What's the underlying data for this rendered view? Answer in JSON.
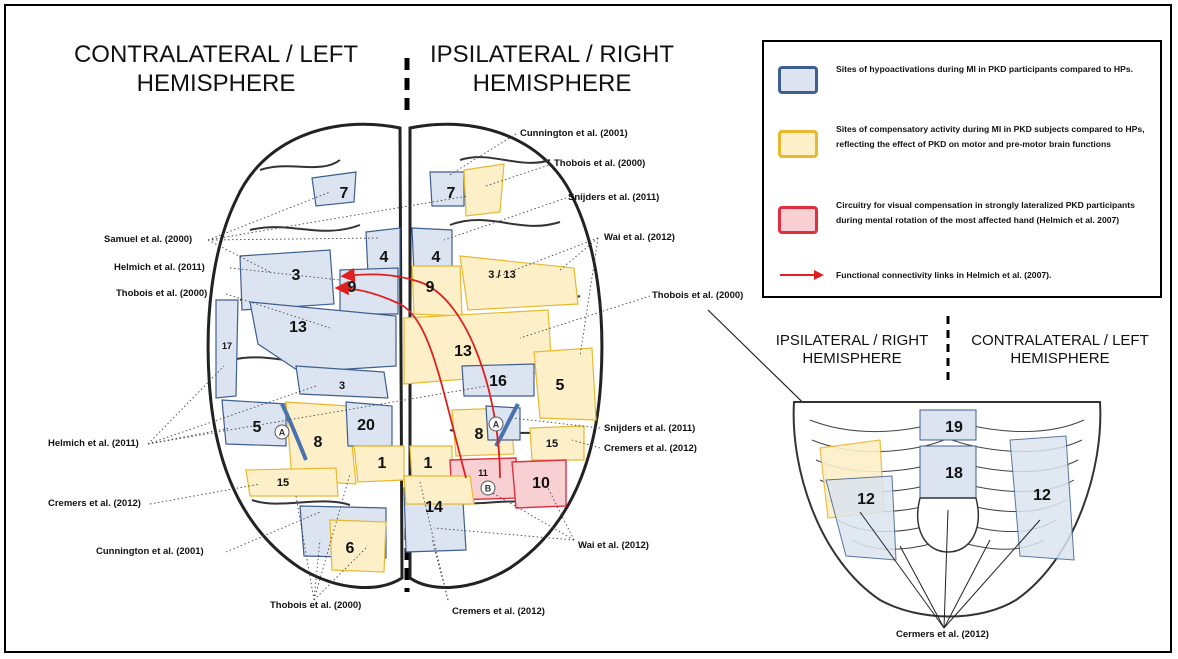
{
  "headings": {
    "contralateral_left": "CONTRALATERAL / LEFT\nHEMISPHERE",
    "ipsilateral_right": "IPSILATERAL / RIGHT\nHEMISPHERE",
    "cerebellum_ipsilateral_right": "IPSILATERAL / RIGHT\nHEMISPHERE",
    "cerebellum_contralateral_left": "CONTRALATERAL / LEFT\nHEMISPHERE"
  },
  "legend": {
    "items": [
      {
        "label": "Sites of hypoactivations during MI in PKD participants compared to HPs.",
        "fill": "#dbe4f0",
        "border": "#3e5f8f"
      },
      {
        "label": "Sites of compensatory activity during MI in PKD subjects compared to HPs, reflecting the effect of PKD on motor and pre-motor brain functions",
        "fill": "#fdf0c8",
        "border": "#e8b830"
      },
      {
        "label": "Circuitry for visual compensation in strongly lateralized PKD participants during mental rotation of the most affected hand (Helmich et al. 2007)",
        "fill": "#f8d0d3",
        "border": "#e03040"
      },
      {
        "label": "Functional connectivity links in Helmich et al. (2007).",
        "arrow_color": "#e02020"
      }
    ]
  },
  "citations": {
    "cunnington_2001_r": "Cunnington et al. (2001)",
    "thobois_2000_r1": "Thobois et al. (2000)",
    "snijders_2011_r1": "Snijders et al. (2011)",
    "samuel_2000": "Samuel et al. (2000)",
    "wai_2012_r1": "Wai et al. (2012)",
    "helmich_2011_l1": "Helmich et al. (2011)",
    "thobois_2000_l": "Thobois et al. (2000)",
    "thobois_2000_r2": "Thobois et al. (2000)",
    "helmich_2011_l2": "Helmich et al. (2011)",
    "snijders_2011_r2": "Snijders et al. (2011)",
    "cremers_2012_r1": "Cremers et al. (2012)",
    "cremers_2012_l": "Cremers et al. (2012)",
    "cunnington_2001_l": "Cunnington et al. (2001)",
    "wai_2012_r2": "Wai et al. (2012)",
    "thobois_2000_bottom": "Thobois et al. (2000)",
    "cremers_2012_bottom": "Cremers et al. (2012)",
    "cermers_2012_cb": "Cermers et al. (2012)"
  },
  "regions": {
    "l7": "7",
    "r7": "7",
    "l4": "4",
    "r4": "4",
    "l3": "3",
    "r3_13": "3 / 13",
    "l9": "9",
    "r9": "9",
    "l13": "13",
    "r13": "13",
    "l17": "17",
    "l3b": "3",
    "r16": "16",
    "r5": "5",
    "l5": "5",
    "l8": "8",
    "l20": "20",
    "r8": "8",
    "r15": "15",
    "l1": "1",
    "r1": "1",
    "r11": "11",
    "r10": "10",
    "l15": "15",
    "r14": "14",
    "l6": "6",
    "cb19": "19",
    "cb18": "18",
    "cb12l": "12",
    "cb12r": "12",
    "circle_a_l": "A",
    "circle_a_r": "A",
    "circle_b": "B"
  },
  "colors": {
    "hypo_fill": "#dbe4f0",
    "hypo_border": "#3e5f8f",
    "comp_fill": "#fdf0c8",
    "comp_border": "#e8b830",
    "visual_fill": "#f8d0d3",
    "visual_border": "#e03040",
    "arrow": "#e02020"
  }
}
